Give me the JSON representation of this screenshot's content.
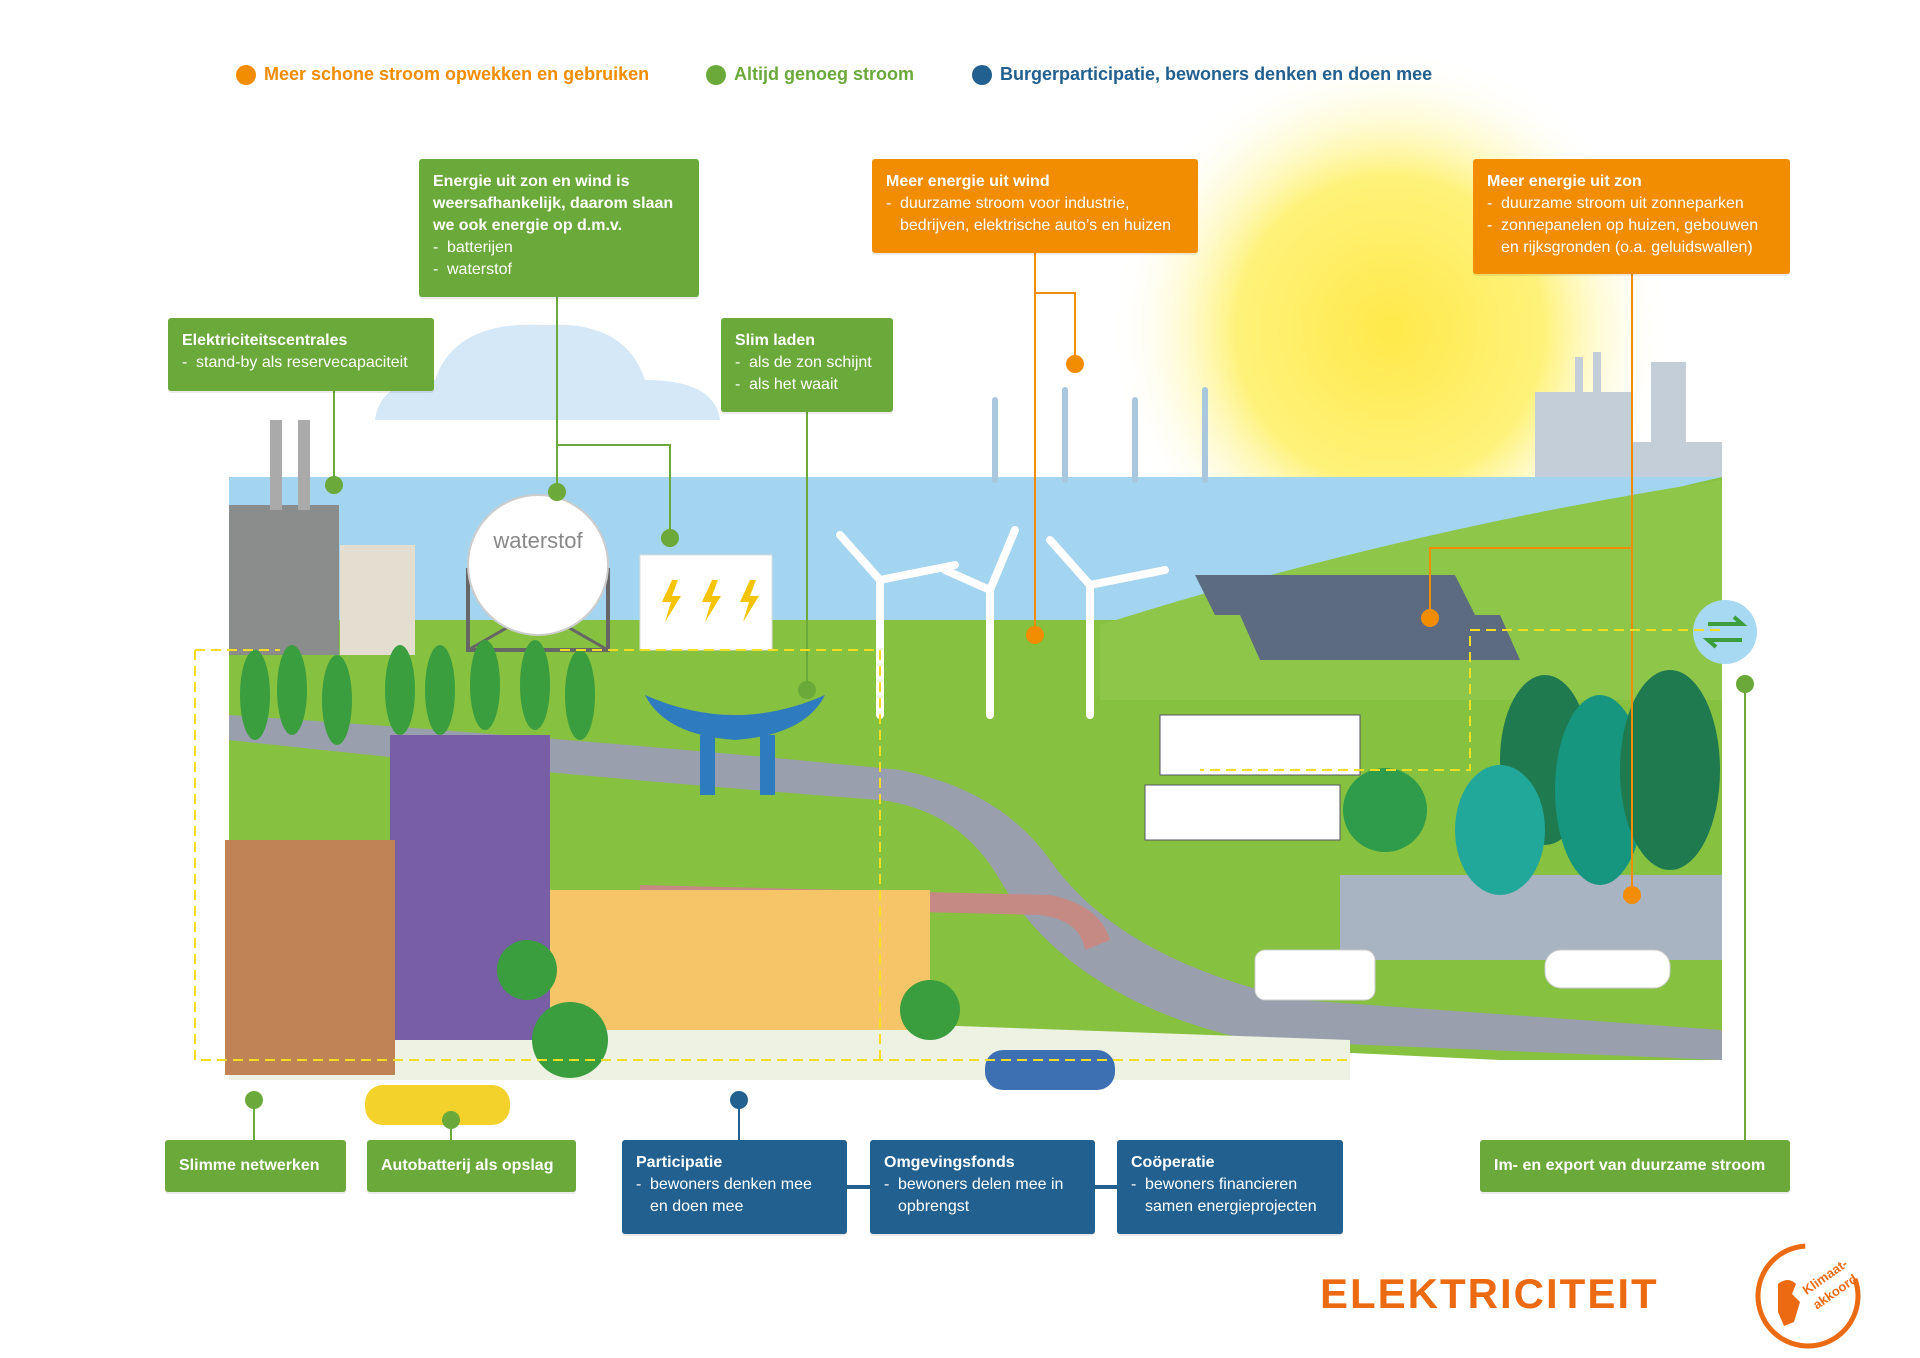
{
  "legend": [
    {
      "label": "Meer schone stroom opwekken en gebruiken",
      "color": "#f28c00"
    },
    {
      "label": "Altijd genoeg stroom",
      "color": "#6aa93a"
    },
    {
      "label": "Burgerparticipatie, bewoners denken en doen mee",
      "color": "#22608f"
    }
  ],
  "boxes": {
    "opslag": {
      "title": "Energie uit zon en wind is weersafhankelijk, daarom slaan we ook energie op d.m.v.",
      "items": [
        "batterijen",
        "waterstof"
      ]
    },
    "wind": {
      "title": "Meer energie uit wind",
      "items": [
        "duurzame stroom voor industrie, bedrijven, elektrische auto’s en huizen"
      ]
    },
    "zon": {
      "title": "Meer energie uit zon",
      "items": [
        "duurzame stroom uit zonneparken",
        "zonnepanelen op huizen, gebouwen en rijksgronden (o.a. geluidswallen)"
      ]
    },
    "centrales": {
      "title": "Elektriciteitscentrales",
      "items": [
        "stand-by als reservecapaciteit"
      ]
    },
    "slimladen": {
      "title": "Slim laden",
      "items": [
        "als de zon schijnt",
        "als het waait"
      ]
    },
    "netwerken": {
      "title": "Slimme netwerken"
    },
    "autobatterij": {
      "title": "Autobatterij als opslag"
    },
    "participatie": {
      "title": "Participatie",
      "items": [
        "bewoners denken mee en doen mee"
      ]
    },
    "omgevingsfonds": {
      "title": "Omgevingsfonds",
      "items": [
        "bewoners delen mee in opbrengst"
      ]
    },
    "cooperatie": {
      "title": "Coöperatie",
      "items": [
        "bewoners financieren samen energieprojecten"
      ]
    },
    "export": {
      "title": "Im- en export van duurzame stroom"
    }
  },
  "scene": {
    "tank_label": "waterstof"
  },
  "footer": {
    "title": "ELEKTRICITEIT",
    "logo_text": "Klimaat-akkoord"
  }
}
